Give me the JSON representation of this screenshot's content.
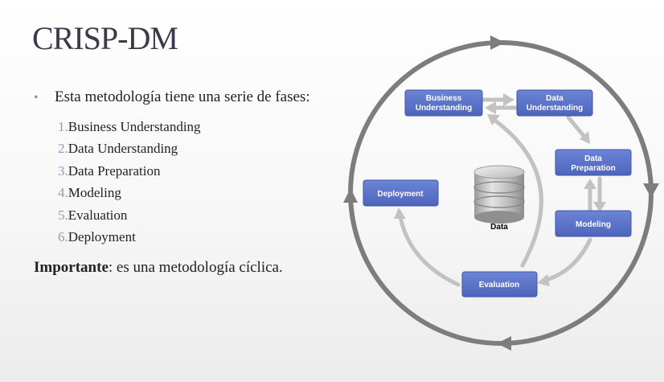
{
  "slide": {
    "title": "CRISP-DM",
    "bullet_symbol": "•",
    "bullet_text": "Esta metodología tiene una serie de fases:",
    "phases": [
      {
        "num": "1.",
        "label": "Business Understanding"
      },
      {
        "num": "2.",
        "label": "Data Understanding"
      },
      {
        "num": "3.",
        "label": "Data Preparation"
      },
      {
        "num": "4.",
        "label": "Modeling"
      },
      {
        "num": "5.",
        "label": "Evaluation"
      },
      {
        "num": "6.",
        "label": "Deployment"
      }
    ],
    "important_label": "Importante",
    "important_text": ": es una metodología cíclica."
  },
  "diagram": {
    "business_understanding": [
      "Business",
      "Understanding"
    ],
    "data_understanding": [
      "Data",
      "Understanding"
    ],
    "data_preparation": [
      "Data",
      "Preparation"
    ],
    "modeling": "Modeling",
    "evaluation": "Evaluation",
    "deployment": "Deployment",
    "data_label": "Data",
    "colors": {
      "box_fill": "#5b73c8",
      "box_stroke": "#3f55a5",
      "outer_cycle": "#7d7d7d",
      "inner_arrows": "#c2c2c2"
    }
  }
}
